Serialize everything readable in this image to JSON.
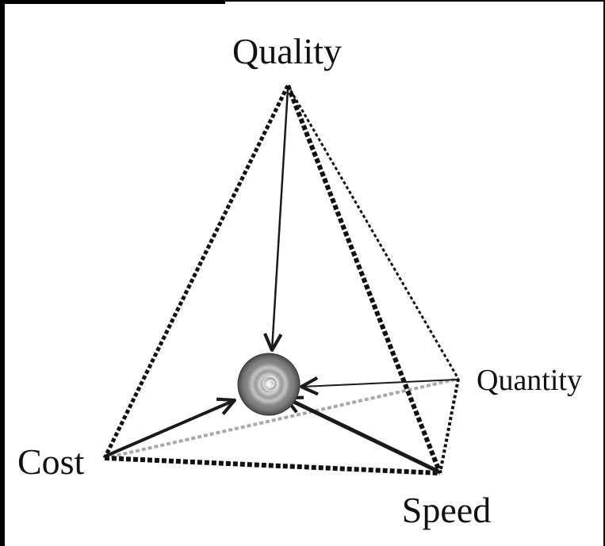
{
  "diagram": {
    "labels": {
      "quality": "Quality",
      "quantity": "Quantity",
      "cost": "Cost",
      "speed": "Speed"
    },
    "colors": {
      "edge": "#111111",
      "hidden_edge": "#a8a8a8",
      "arrow": "#1a1a1a",
      "sphere_light": "#ffffff",
      "sphere_dark": "#555555"
    }
  }
}
